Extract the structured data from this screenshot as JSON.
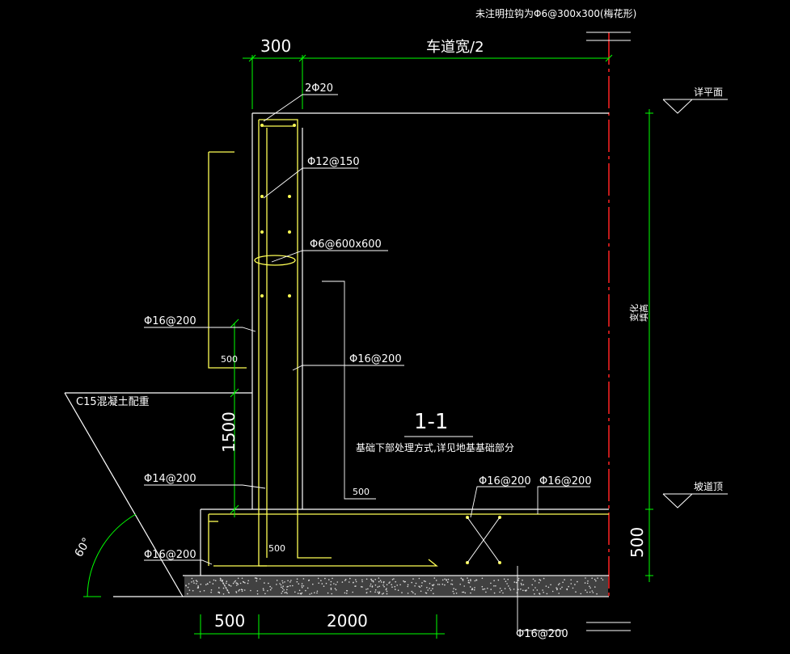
{
  "top_notes": {
    "line1": "未注明拉钩为Φ6@300x300(梅花形)"
  },
  "dimensions": {
    "wall_thickness": "300",
    "lane_half": "车道宽/2",
    "footing_toe": "500",
    "footing_heel": "2000",
    "base_thickness": "500",
    "height_1500": "1500",
    "lap_500_a": "500",
    "lap_500_b": "500",
    "lap_500_c": "500"
  },
  "rebar_labels": {
    "top_bars": "2Φ20",
    "wall_dist": "Φ12@150",
    "tie": "Φ6@600x600",
    "outer_vert": "Φ16@200",
    "inner_vert": "Φ16@200",
    "lower_vert": "Φ14@200",
    "base_bottom_left": "Φ16@200",
    "base_top_1": "Φ16@200",
    "base_top_2": "Φ16@200",
    "base_bottom": "Φ16@200"
  },
  "notes": {
    "counterweight": "C15混凝土配重",
    "section_id": "1-1",
    "foundation_note": "基础下部处理方式,详见地基基础部分",
    "angle": "60°"
  },
  "levels": {
    "ground": "详平面",
    "ramp_top": "坡道顶",
    "varies_a": "变化",
    "varies_b": "填高"
  },
  "colors": {
    "background": "#000000",
    "concrete": "#ffffff",
    "rebar": "#ffff55",
    "dim": "#00ff00",
    "text": "#ffffff",
    "axis": "#ff2222"
  }
}
